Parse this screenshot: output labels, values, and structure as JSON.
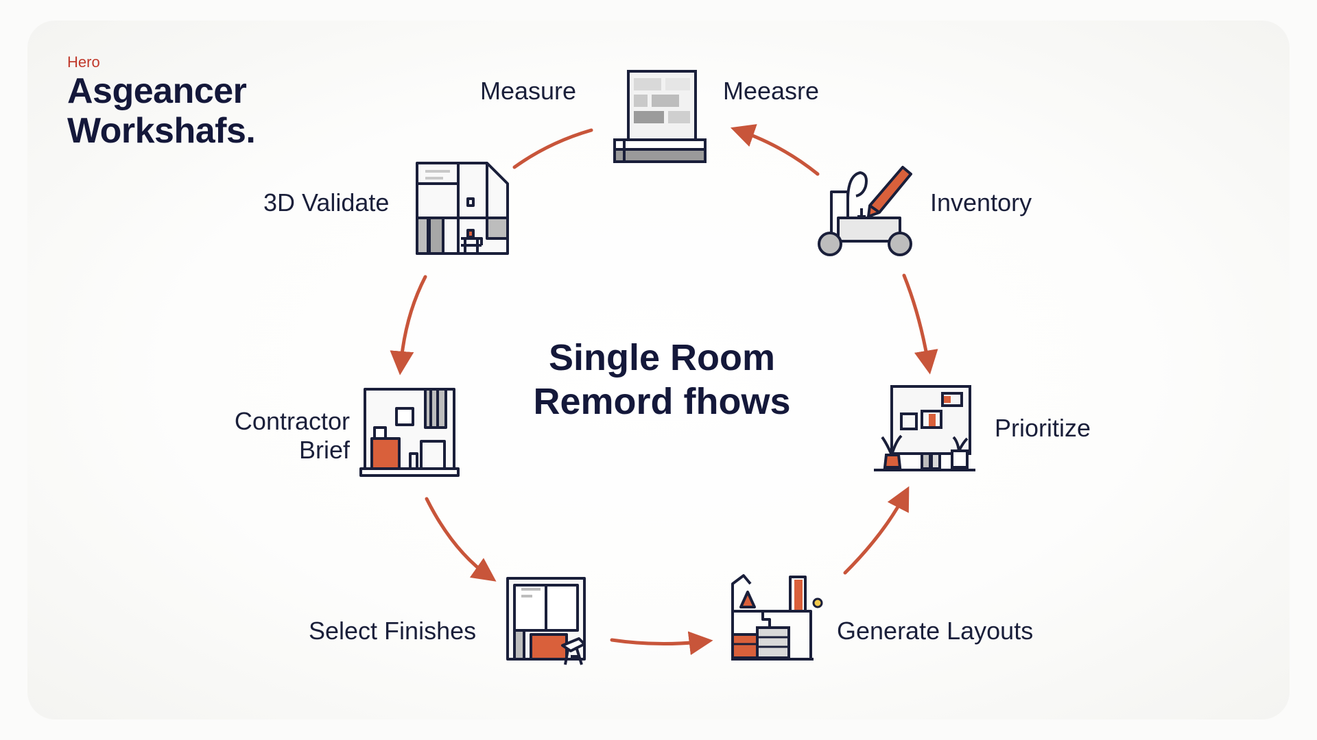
{
  "header": {
    "eyebrow": "Hero",
    "title_line1": "Asgeancer",
    "title_line2": "Workshafs."
  },
  "center": {
    "line1": "Single Room",
    "line2": "Remord fhows"
  },
  "steps": [
    {
      "label": "Measure",
      "icon": "brick-wall-icon"
    },
    {
      "label": "Meeasre",
      "icon": "brick-wall-icon"
    },
    {
      "label": "Inventory",
      "icon": "cart-pen-icon"
    },
    {
      "label": "Prioritize",
      "icon": "shelf-plants-icon"
    },
    {
      "label": "Generate Layouts",
      "icon": "lamp-desk-icon"
    },
    {
      "label": "Select Finishes",
      "icon": "window-chair-icon"
    },
    {
      "label": "Contractor",
      "label2": "Brief",
      "icon": "room-cabinet-icon"
    },
    {
      "label": "3D Validate",
      "icon": "floor-plan-icon"
    }
  ],
  "colors": {
    "arrow": "#c8553a",
    "ink": "#1a1f3a",
    "accent": "#d9603b",
    "gray": "#a7a7a7"
  }
}
